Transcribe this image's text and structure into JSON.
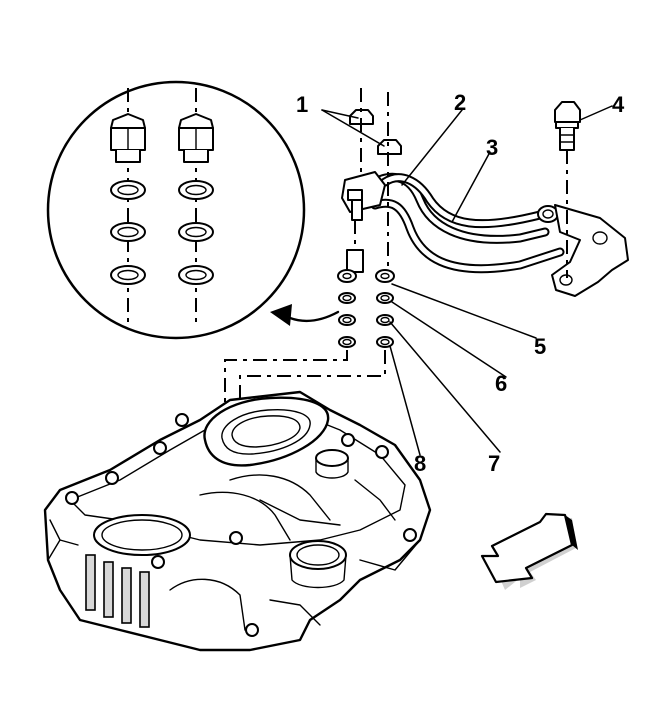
{
  "diagram": {
    "callouts": [
      {
        "id": "1",
        "text": "1"
      },
      {
        "id": "2",
        "text": "2"
      },
      {
        "id": "3",
        "text": "3"
      },
      {
        "id": "4",
        "text": "4"
      },
      {
        "id": "5",
        "text": "5"
      },
      {
        "id": "6",
        "text": "6"
      },
      {
        "id": "7",
        "text": "7"
      },
      {
        "id": "8",
        "text": "8"
      }
    ]
  }
}
